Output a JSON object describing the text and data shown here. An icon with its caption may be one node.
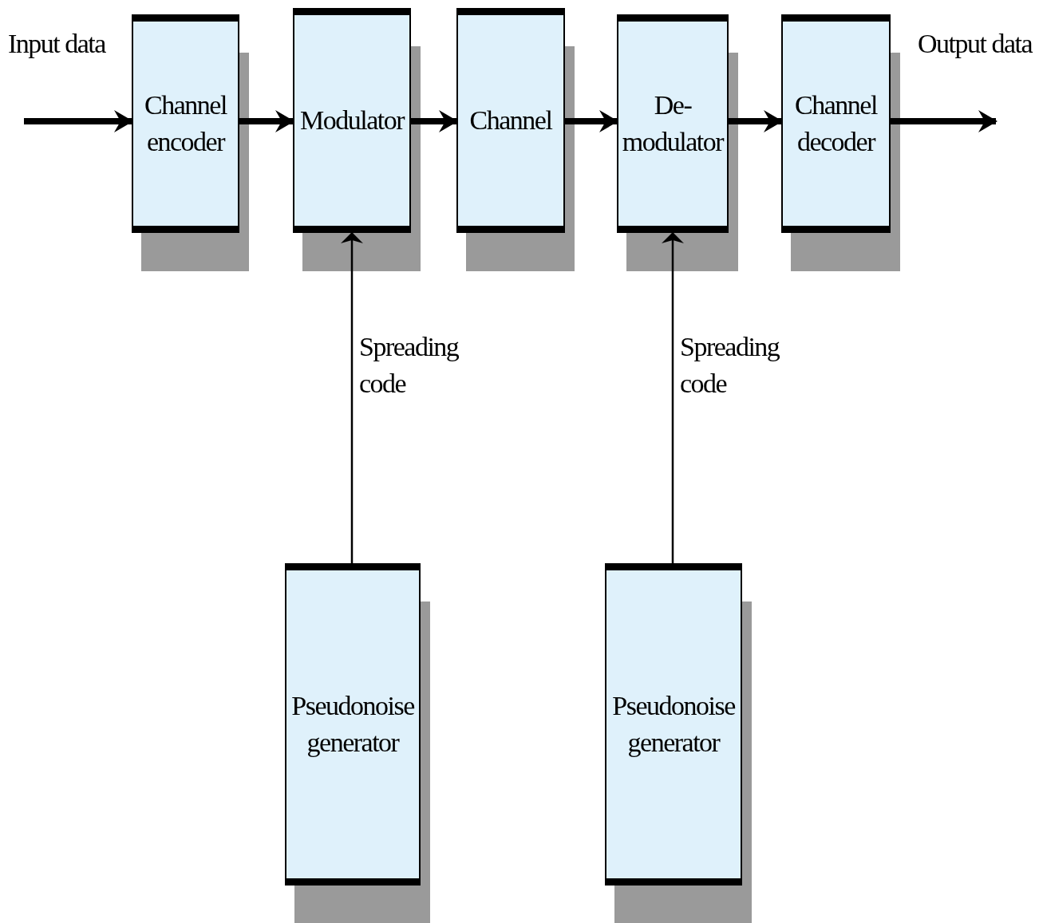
{
  "diagram": {
    "nodes": [
      {
        "text": [
          "Channel encoder"
        ]
      },
      {
        "text": [
          "Modulator"
        ]
      },
      {
        "text": [
          "Channel"
        ]
      },
      {
        "text": [
          "De- modulator"
        ]
      },
      {
        "text": [
          "Channel decoder"
        ]
      },
      {
        "text": [
          "Pseudonoise generator"
        ]
      },
      {
        "text": [
          "Pseudonoise generator"
        ]
      }
    ],
    "edges": [
      {
        "from": null,
        "to": 0,
        "arrow": "to",
        "label": "Input data"
      },
      {
        "from": 0,
        "to": 1,
        "arrow": "to"
      },
      {
        "from": 1,
        "to": 2,
        "arrow": "to"
      },
      {
        "from": 2,
        "to": 3,
        "arrow": "to"
      },
      {
        "from": 3,
        "to": 4,
        "arrow": "to"
      },
      {
        "from": 4,
        "to": null,
        "arrow": "to",
        "label": "Output data"
      },
      {
        "from": 5,
        "to": 1,
        "arrow": "to",
        "label": "Spreading code"
      },
      {
        "from": 6,
        "to": 3,
        "arrow": "to",
        "label": "Spreading code"
      }
    ]
  }
}
